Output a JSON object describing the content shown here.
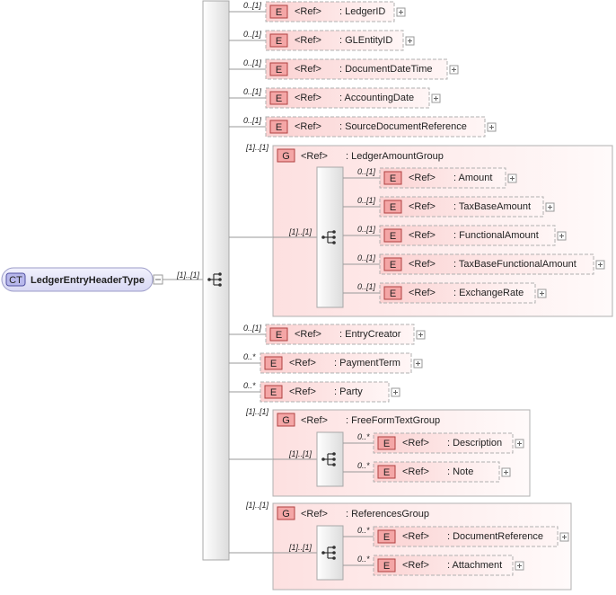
{
  "root": {
    "badge": "CT",
    "name": "LedgerEntryHeaderType",
    "cardinality": "[1]..[1]"
  },
  "labels": {
    "ref": "<Ref>",
    "element_badge": "E",
    "group_badge": "G"
  },
  "elements": [
    {
      "name": ": LedgerID",
      "cardinality": "0..[1]"
    },
    {
      "name": ": GLEntityID",
      "cardinality": "0..[1]"
    },
    {
      "name": ": DocumentDateTime",
      "cardinality": "0..[1]"
    },
    {
      "name": ": AccountingDate",
      "cardinality": "0..[1]"
    },
    {
      "name": ": SourceDocumentReference",
      "cardinality": "0..[1]"
    },
    {
      "name": ": EntryCreator",
      "cardinality": "0..[1]"
    },
    {
      "name": ": PaymentTerm",
      "cardinality": "0..*"
    },
    {
      "name": ": Party",
      "cardinality": "0..*"
    }
  ],
  "groups": [
    {
      "name": ": LedgerAmountGroup",
      "cardinality": "[1]..[1]",
      "sequence_cardinality": "[1]..[1]",
      "children": [
        {
          "name": ": Amount",
          "cardinality": "0..[1]"
        },
        {
          "name": ": TaxBaseAmount",
          "cardinality": "0..[1]"
        },
        {
          "name": ": FunctionalAmount",
          "cardinality": "0..[1]"
        },
        {
          "name": ": TaxBaseFunctionalAmount",
          "cardinality": "0..[1]"
        },
        {
          "name": ": ExchangeRate",
          "cardinality": "0..[1]"
        }
      ]
    },
    {
      "name": ": FreeFormTextGroup",
      "cardinality": "[1]..[1]",
      "sequence_cardinality": "[1]..[1]",
      "children": [
        {
          "name": ": Description",
          "cardinality": "0..*"
        },
        {
          "name": ": Note",
          "cardinality": "0..*"
        }
      ]
    },
    {
      "name": ": ReferencesGroup",
      "cardinality": "[1]..[1]",
      "sequence_cardinality": "[1]..[1]",
      "children": [
        {
          "name": ": DocumentReference",
          "cardinality": "0..*"
        },
        {
          "name": ": Attachment",
          "cardinality": "0..*"
        }
      ]
    }
  ],
  "colors": {
    "element_fill": "#fde4e4",
    "element_border": "#b0b0b0",
    "badge_fill": "#f4a6a6",
    "badge_border": "#b04040",
    "group_fill": "#fff2f2",
    "root_fill": "#e4e4f8",
    "root_badge": "#b8b8ec",
    "sequence_fill": "#f2f2f2"
  }
}
